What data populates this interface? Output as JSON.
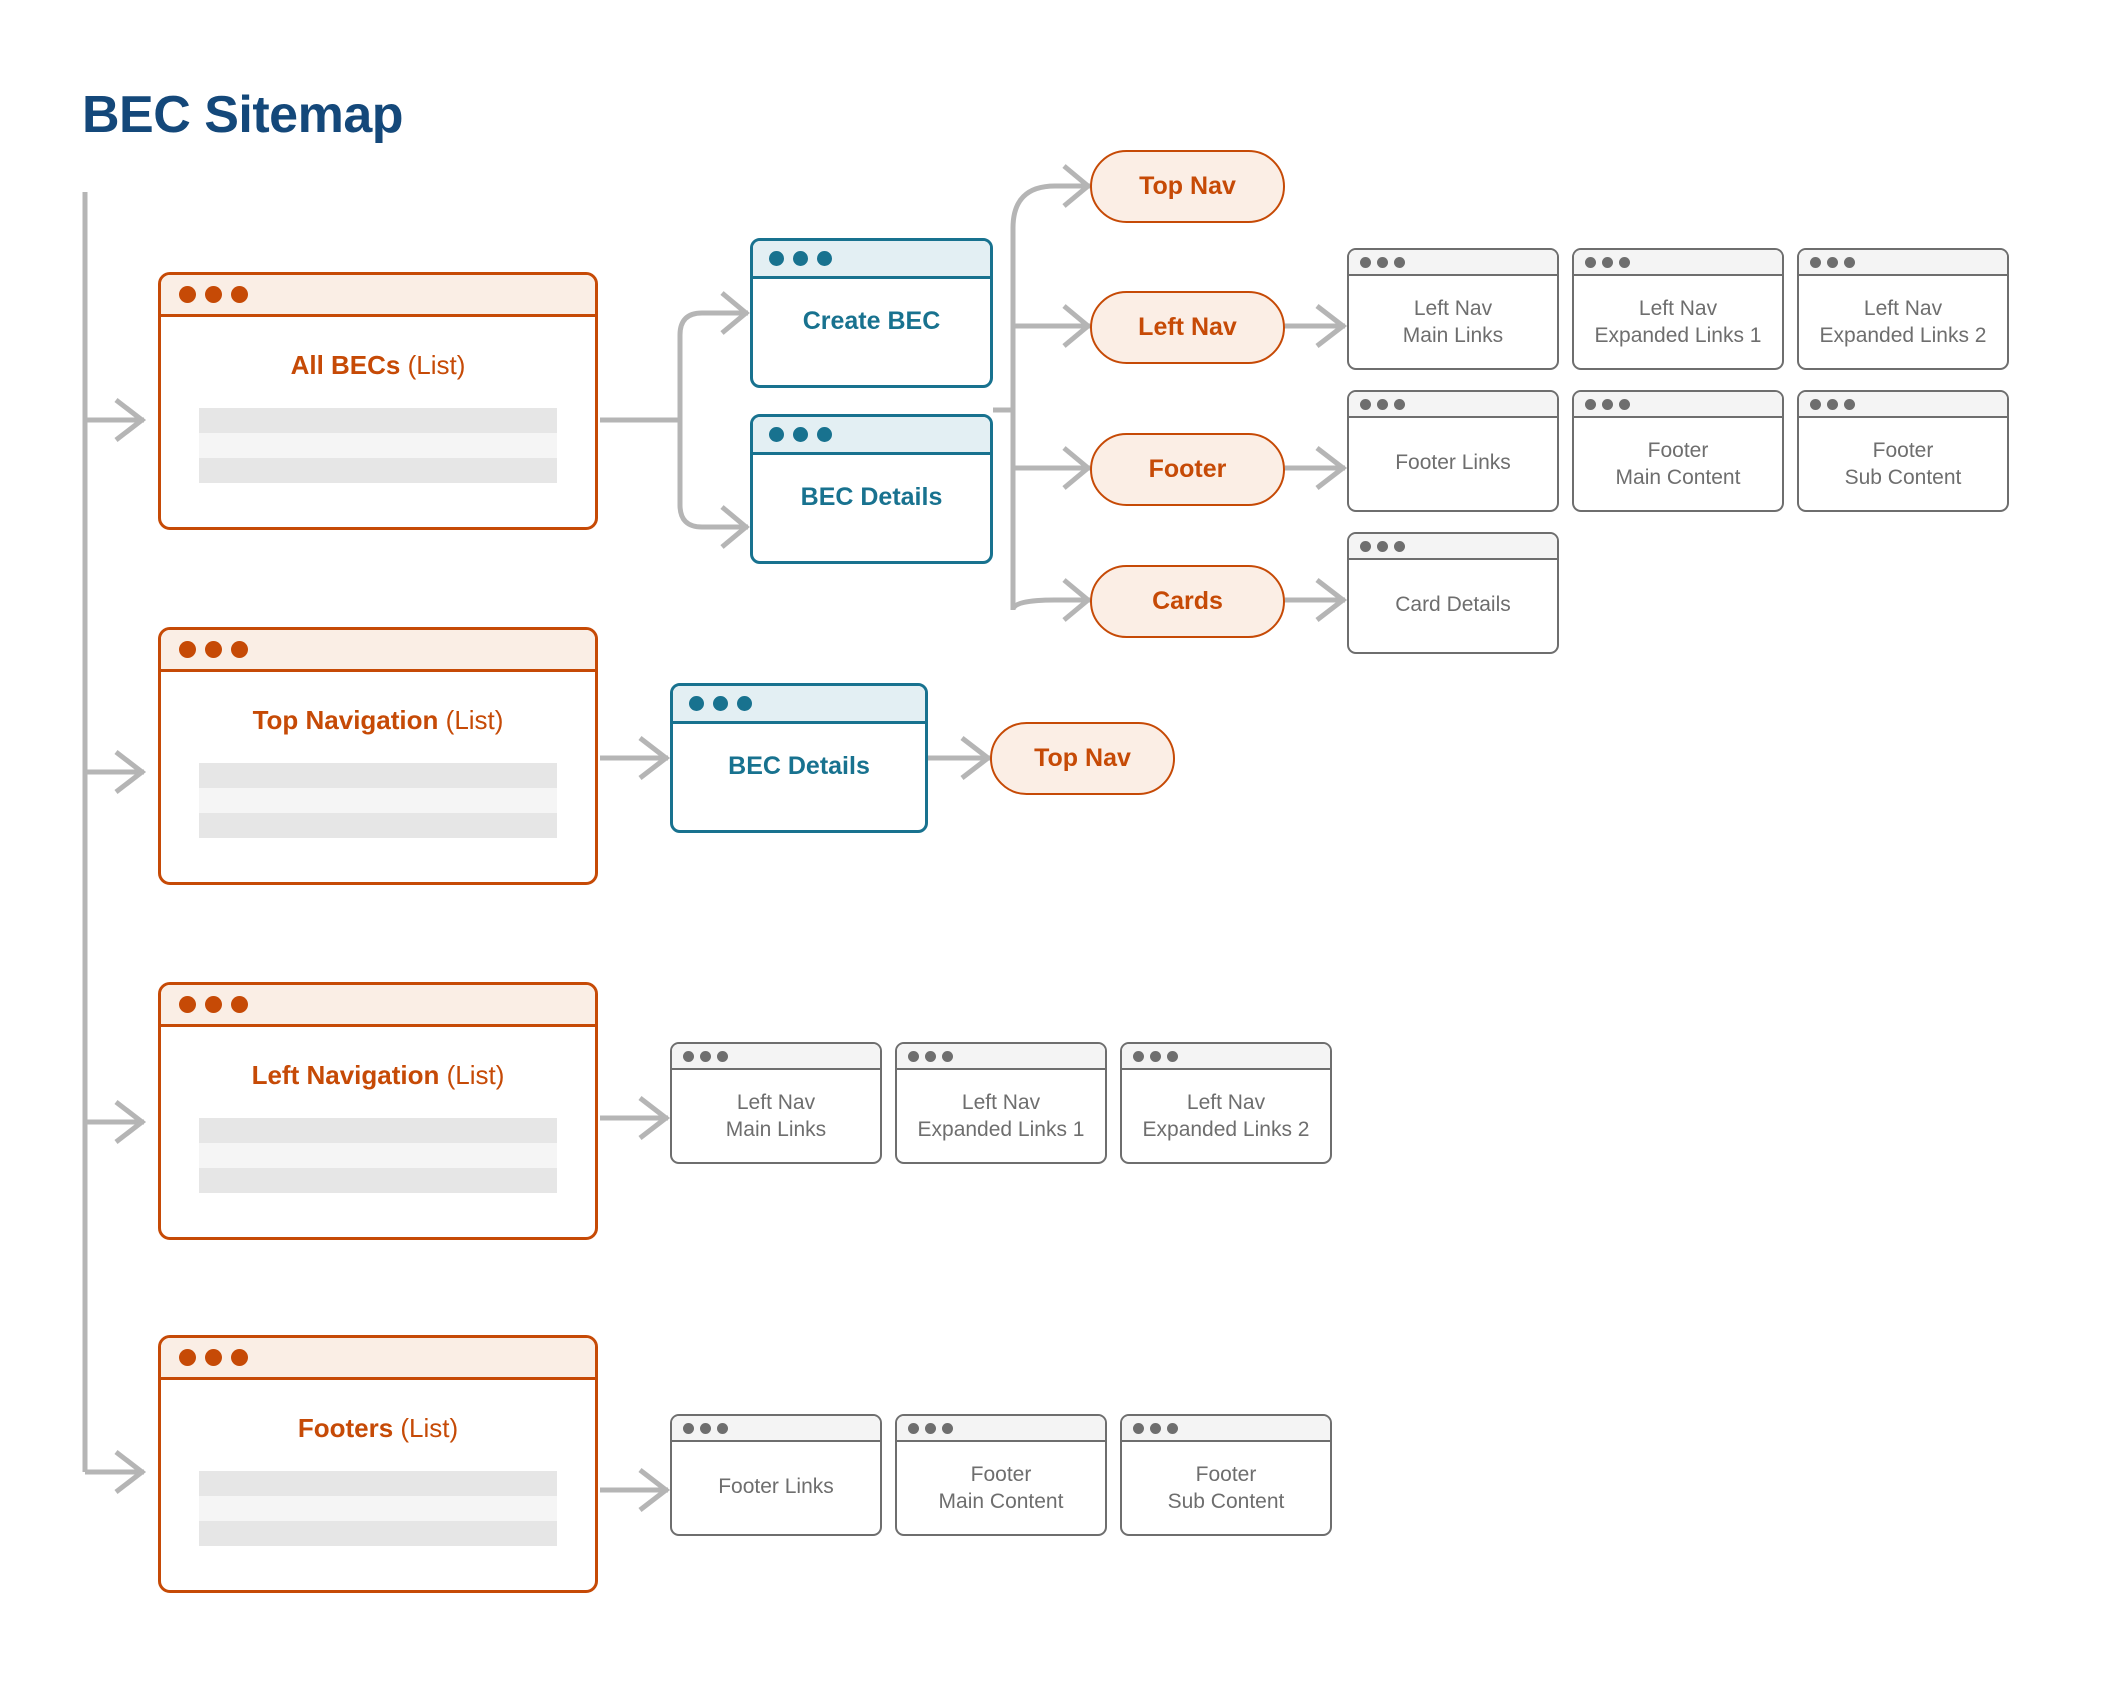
{
  "page": {
    "title": "BEC Sitemap",
    "accent_orange": "#c64a06",
    "accent_blue": "#18728f",
    "accent_navy": "#14487a",
    "accent_grey": "#6e6e6e"
  },
  "rows": [
    {
      "list_card": {
        "name_bold": "All BECs",
        "name_plain": "(List)"
      },
      "screens": [
        {
          "label": "Create BEC"
        },
        {
          "label": "BEC Details"
        }
      ],
      "pills": [
        {
          "label": "Top Nav"
        },
        {
          "label": "Left Nav"
        },
        {
          "label": "Footer"
        },
        {
          "label": "Cards"
        }
      ],
      "leaf_groups": [
        {
          "for": "Left Nav",
          "cards": [
            "Left Nav\nMain Links",
            "Left Nav\nExpanded Links 1",
            "Left Nav\nExpanded Links 2"
          ]
        },
        {
          "for": "Footer",
          "cards": [
            "Footer Links",
            "Footer\nMain Content",
            "Footer\nSub Content"
          ]
        },
        {
          "for": "Cards",
          "cards": [
            "Card Details"
          ]
        }
      ]
    },
    {
      "list_card": {
        "name_bold": "Top Navigation",
        "name_plain": "(List)"
      },
      "screens": [
        {
          "label": "BEC Details"
        }
      ],
      "pills": [
        {
          "label": "Top Nav"
        }
      ],
      "leaf_groups": []
    },
    {
      "list_card": {
        "name_bold": "Left Navigation",
        "name_plain": "(List)"
      },
      "screens": [],
      "pills": [],
      "leaf_groups": [
        {
          "for": "Left Navigation",
          "cards": [
            "Left Nav\nMain Links",
            "Left Nav\nExpanded Links 1",
            "Left Nav\nExpanded Links 2"
          ]
        }
      ]
    },
    {
      "list_card": {
        "name_bold": "Footers",
        "name_plain": "(List)"
      },
      "screens": [],
      "pills": [],
      "leaf_groups": [
        {
          "for": "Footers",
          "cards": [
            "Footer Links",
            "Footer\nMain Content",
            "Footer\nSub Content"
          ]
        }
      ]
    }
  ],
  "labels": {
    "all_becs_bold": "All BECs",
    "all_becs_plain": "(List)",
    "top_navigation_bold": "Top Navigation",
    "top_navigation_plain": "(List)",
    "left_navigation_bold": "Left Navigation",
    "left_navigation_plain": "(List)",
    "footers_bold": "Footers",
    "footers_plain": "(List)",
    "create_bec": "Create BEC",
    "bec_details_1": "BEC Details",
    "bec_details_2": "BEC Details",
    "pill_top_nav_1": "Top Nav",
    "pill_left_nav": "Left Nav",
    "pill_footer": "Footer",
    "pill_cards": "Cards",
    "pill_top_nav_2": "Top Nav",
    "leaf_left_nav_main_a": "Left Nav",
    "leaf_left_nav_main_b": "Main Links",
    "leaf_left_nav_exp1_a": "Left Nav",
    "leaf_left_nav_exp1_b": "Expanded Links 1",
    "leaf_left_nav_exp2_a": "Left Nav",
    "leaf_left_nav_exp2_b": "Expanded Links 2",
    "leaf_footer_links": "Footer Links",
    "leaf_footer_main_a": "Footer",
    "leaf_footer_main_b": "Main Content",
    "leaf_footer_sub_a": "Footer",
    "leaf_footer_sub_b": "Sub Content",
    "leaf_card_details": "Card Details",
    "leaf_r3_main_a": "Left Nav",
    "leaf_r3_main_b": "Main Links",
    "leaf_r3_exp1_a": "Left Nav",
    "leaf_r3_exp1_b": "Expanded Links 1",
    "leaf_r3_exp2_a": "Left Nav",
    "leaf_r3_exp2_b": "Expanded Links 2",
    "leaf_r4_links": "Footer Links",
    "leaf_r4_main_a": "Footer",
    "leaf_r4_main_b": "Main Content",
    "leaf_r4_sub_a": "Footer",
    "leaf_r4_sub_b": "Sub Content"
  }
}
